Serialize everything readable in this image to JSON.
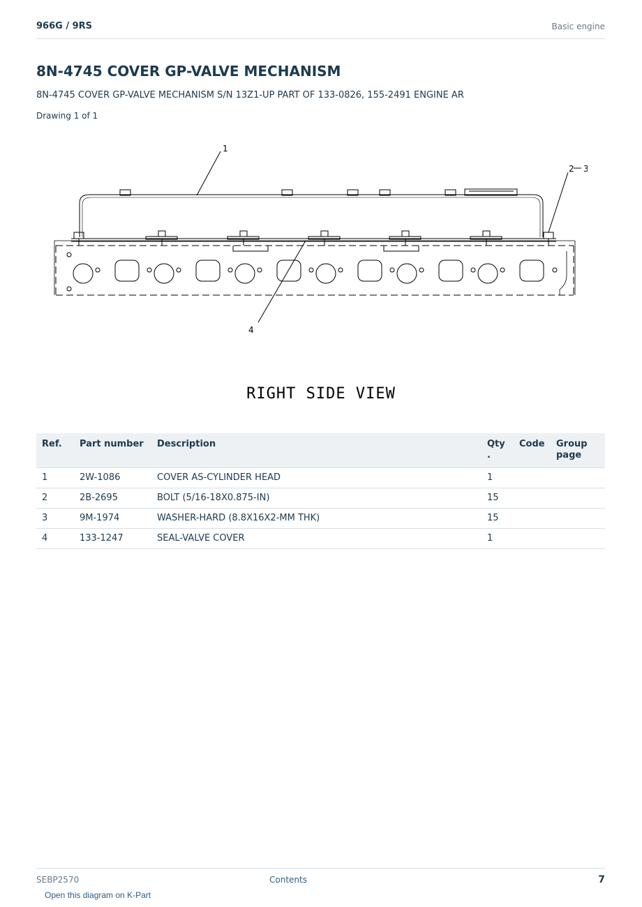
{
  "header": {
    "model": "966G  /  9RS",
    "section": "Basic engine"
  },
  "title": "8N-4745 COVER GP-VALVE MECHANISM",
  "subtitle": "8N-4745 COVER GP-VALVE MECHANISM S/N 13Z1-UP PART OF 133-0826, 155-2491 ENGINE AR",
  "drawing_count": "Drawing 1 of 1",
  "diagram": {
    "callouts": [
      "1",
      "2",
      "3",
      "4"
    ],
    "view_label": "RIGHT SIDE VIEW"
  },
  "table": {
    "headers": {
      "ref": "Ref.",
      "part_number": "Part number",
      "description": "Description",
      "qty": "Qty\n.",
      "code": "Code",
      "group_page": "Group page"
    },
    "rows": [
      {
        "ref": "1",
        "part_number": "2W-1086",
        "description": "COVER AS-CYLINDER HEAD",
        "qty": "1",
        "code": "",
        "group_page": ""
      },
      {
        "ref": "2",
        "part_number": "2B-2695",
        "description": "BOLT (5/16-18X0.875-IN)",
        "qty": "15",
        "code": "",
        "group_page": ""
      },
      {
        "ref": "3",
        "part_number": "9M-1974",
        "description": "WASHER-HARD (8.8X16X2-MM THK)",
        "qty": "15",
        "code": "",
        "group_page": ""
      },
      {
        "ref": "4",
        "part_number": "133-1247",
        "description": "SEAL-VALVE COVER",
        "qty": "1",
        "code": "",
        "group_page": ""
      }
    ]
  },
  "footer": {
    "doc_id": "SEBP2570",
    "contents_link": "Contents",
    "page_number": "7",
    "kpart_link": "Open this diagram on K-Part"
  }
}
